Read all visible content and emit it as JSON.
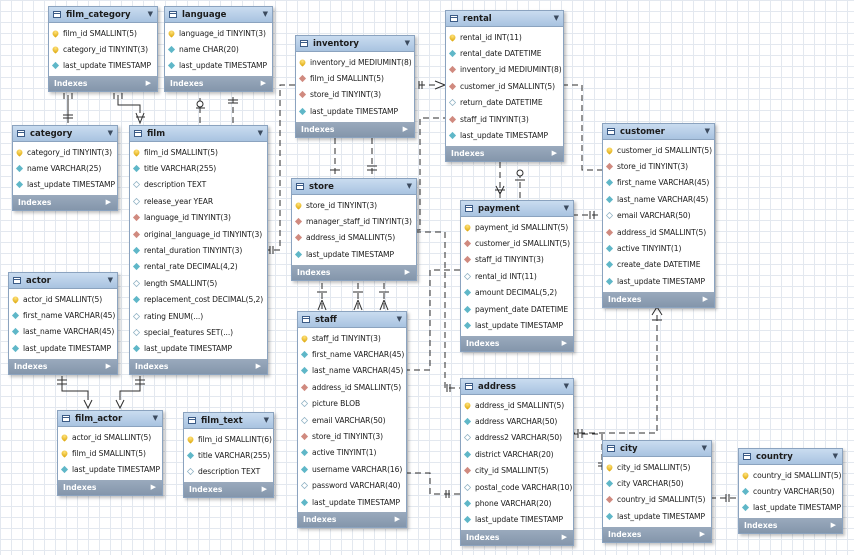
{
  "footer_label": "Indexes",
  "tables": [
    {
      "id": "film_category",
      "name": "film_category",
      "columns": [
        {
          "key": "pk",
          "text": "film_id SMALLINT(5)"
        },
        {
          "key": "pk",
          "text": "category_id TINYINT(3)"
        },
        {
          "key": "nn",
          "text": "last_update TIMESTAMP"
        }
      ]
    },
    {
      "id": "language",
      "name": "language",
      "columns": [
        {
          "key": "pk",
          "text": "language_id TINYINT(3)"
        },
        {
          "key": "nn",
          "text": "name CHAR(20)"
        },
        {
          "key": "nn",
          "text": "last_update TIMESTAMP"
        }
      ]
    },
    {
      "id": "category",
      "name": "category",
      "columns": [
        {
          "key": "pk",
          "text": "category_id TINYINT(3)"
        },
        {
          "key": "nn",
          "text": "name VARCHAR(25)"
        },
        {
          "key": "nn",
          "text": "last_update TIMESTAMP"
        }
      ]
    },
    {
      "id": "film",
      "name": "film",
      "columns": [
        {
          "key": "pk",
          "text": "film_id SMALLINT(5)"
        },
        {
          "key": "nn",
          "text": "title VARCHAR(255)"
        },
        {
          "key": "col",
          "text": "description TEXT"
        },
        {
          "key": "col",
          "text": "release_year YEAR"
        },
        {
          "key": "fk",
          "text": "language_id TINYINT(3)"
        },
        {
          "key": "fk",
          "text": "original_language_id TINYINT(3)"
        },
        {
          "key": "nn",
          "text": "rental_duration TINYINT(3)"
        },
        {
          "key": "nn",
          "text": "rental_rate DECIMAL(4,2)"
        },
        {
          "key": "col",
          "text": "length SMALLINT(5)"
        },
        {
          "key": "nn",
          "text": "replacement_cost DECIMAL(5,2)"
        },
        {
          "key": "col",
          "text": "rating ENUM(...)"
        },
        {
          "key": "col",
          "text": "special_features SET(...)"
        },
        {
          "key": "nn",
          "text": "last_update TIMESTAMP"
        }
      ]
    },
    {
      "id": "inventory",
      "name": "inventory",
      "columns": [
        {
          "key": "pk",
          "text": "inventory_id MEDIUMINT(8)"
        },
        {
          "key": "fk",
          "text": "film_id SMALLINT(5)"
        },
        {
          "key": "fk",
          "text": "store_id TINYINT(3)"
        },
        {
          "key": "nn",
          "text": "last_update TIMESTAMP"
        }
      ]
    },
    {
      "id": "rental",
      "name": "rental",
      "columns": [
        {
          "key": "pk",
          "text": "rental_id INT(11)"
        },
        {
          "key": "nn",
          "text": "rental_date DATETIME"
        },
        {
          "key": "fk",
          "text": "inventory_id MEDIUMINT(8)"
        },
        {
          "key": "fk",
          "text": "customer_id SMALLINT(5)"
        },
        {
          "key": "col",
          "text": "return_date DATETIME"
        },
        {
          "key": "fk",
          "text": "staff_id TINYINT(3)"
        },
        {
          "key": "nn",
          "text": "last_update TIMESTAMP"
        }
      ]
    },
    {
      "id": "customer",
      "name": "customer",
      "columns": [
        {
          "key": "pk",
          "text": "customer_id SMALLINT(5)"
        },
        {
          "key": "fk",
          "text": "store_id TINYINT(3)"
        },
        {
          "key": "nn",
          "text": "first_name VARCHAR(45)"
        },
        {
          "key": "nn",
          "text": "last_name VARCHAR(45)"
        },
        {
          "key": "col",
          "text": "email VARCHAR(50)"
        },
        {
          "key": "fk",
          "text": "address_id SMALLINT(5)"
        },
        {
          "key": "nn",
          "text": "active TINYINT(1)"
        },
        {
          "key": "nn",
          "text": "create_date DATETIME"
        },
        {
          "key": "nn",
          "text": "last_update TIMESTAMP"
        }
      ]
    },
    {
      "id": "store",
      "name": "store",
      "columns": [
        {
          "key": "pk",
          "text": "store_id TINYINT(3)"
        },
        {
          "key": "fk",
          "text": "manager_staff_id TINYINT(3)"
        },
        {
          "key": "fk",
          "text": "address_id SMALLINT(5)"
        },
        {
          "key": "nn",
          "text": "last_update TIMESTAMP"
        }
      ]
    },
    {
      "id": "payment",
      "name": "payment",
      "columns": [
        {
          "key": "pk",
          "text": "payment_id SMALLINT(5)"
        },
        {
          "key": "fk",
          "text": "customer_id SMALLINT(5)"
        },
        {
          "key": "fk",
          "text": "staff_id TINYINT(3)"
        },
        {
          "key": "col",
          "text": "rental_id INT(11)"
        },
        {
          "key": "nn",
          "text": "amount DECIMAL(5,2)"
        },
        {
          "key": "nn",
          "text": "payment_date DATETIME"
        },
        {
          "key": "nn",
          "text": "last_update TIMESTAMP"
        }
      ]
    },
    {
      "id": "actor",
      "name": "actor",
      "columns": [
        {
          "key": "pk",
          "text": "actor_id SMALLINT(5)"
        },
        {
          "key": "nn",
          "text": "first_name VARCHAR(45)"
        },
        {
          "key": "nn",
          "text": "last_name VARCHAR(45)"
        },
        {
          "key": "nn",
          "text": "last_update TIMESTAMP"
        }
      ]
    },
    {
      "id": "staff",
      "name": "staff",
      "columns": [
        {
          "key": "pk",
          "text": "staff_id TINYINT(3)"
        },
        {
          "key": "nn",
          "text": "first_name VARCHAR(45)"
        },
        {
          "key": "nn",
          "text": "last_name VARCHAR(45)"
        },
        {
          "key": "fk",
          "text": "address_id SMALLINT(5)"
        },
        {
          "key": "col",
          "text": "picture BLOB"
        },
        {
          "key": "col",
          "text": "email VARCHAR(50)"
        },
        {
          "key": "fk",
          "text": "store_id TINYINT(3)"
        },
        {
          "key": "nn",
          "text": "active TINYINT(1)"
        },
        {
          "key": "nn",
          "text": "username VARCHAR(16)"
        },
        {
          "key": "col",
          "text": "password VARCHAR(40)"
        },
        {
          "key": "nn",
          "text": "last_update TIMESTAMP"
        }
      ]
    },
    {
      "id": "address",
      "name": "address",
      "columns": [
        {
          "key": "pk",
          "text": "address_id SMALLINT(5)"
        },
        {
          "key": "nn",
          "text": "address VARCHAR(50)"
        },
        {
          "key": "col",
          "text": "address2 VARCHAR(50)"
        },
        {
          "key": "nn",
          "text": "district VARCHAR(20)"
        },
        {
          "key": "fk",
          "text": "city_id SMALLINT(5)"
        },
        {
          "key": "col",
          "text": "postal_code VARCHAR(10)"
        },
        {
          "key": "nn",
          "text": "phone VARCHAR(20)"
        },
        {
          "key": "nn",
          "text": "last_update TIMESTAMP"
        }
      ]
    },
    {
      "id": "film_actor",
      "name": "film_actor",
      "columns": [
        {
          "key": "pk",
          "text": "actor_id SMALLINT(5)"
        },
        {
          "key": "pk",
          "text": "film_id SMALLINT(5)"
        },
        {
          "key": "nn",
          "text": "last_update TIMESTAMP"
        }
      ]
    },
    {
      "id": "film_text",
      "name": "film_text",
      "columns": [
        {
          "key": "pk",
          "text": "film_id SMALLINT(6)"
        },
        {
          "key": "nn",
          "text": "title VARCHAR(255)"
        },
        {
          "key": "col",
          "text": "description TEXT"
        }
      ]
    },
    {
      "id": "city",
      "name": "city",
      "columns": [
        {
          "key": "pk",
          "text": "city_id SMALLINT(5)"
        },
        {
          "key": "nn",
          "text": "city VARCHAR(50)"
        },
        {
          "key": "fk",
          "text": "country_id SMALLINT(5)"
        },
        {
          "key": "nn",
          "text": "last_update TIMESTAMP"
        }
      ]
    },
    {
      "id": "country",
      "name": "country",
      "columns": [
        {
          "key": "pk",
          "text": "country_id SMALLINT(5)"
        },
        {
          "key": "nn",
          "text": "country VARCHAR(50)"
        },
        {
          "key": "nn",
          "text": "last_update TIMESTAMP"
        }
      ]
    }
  ]
}
